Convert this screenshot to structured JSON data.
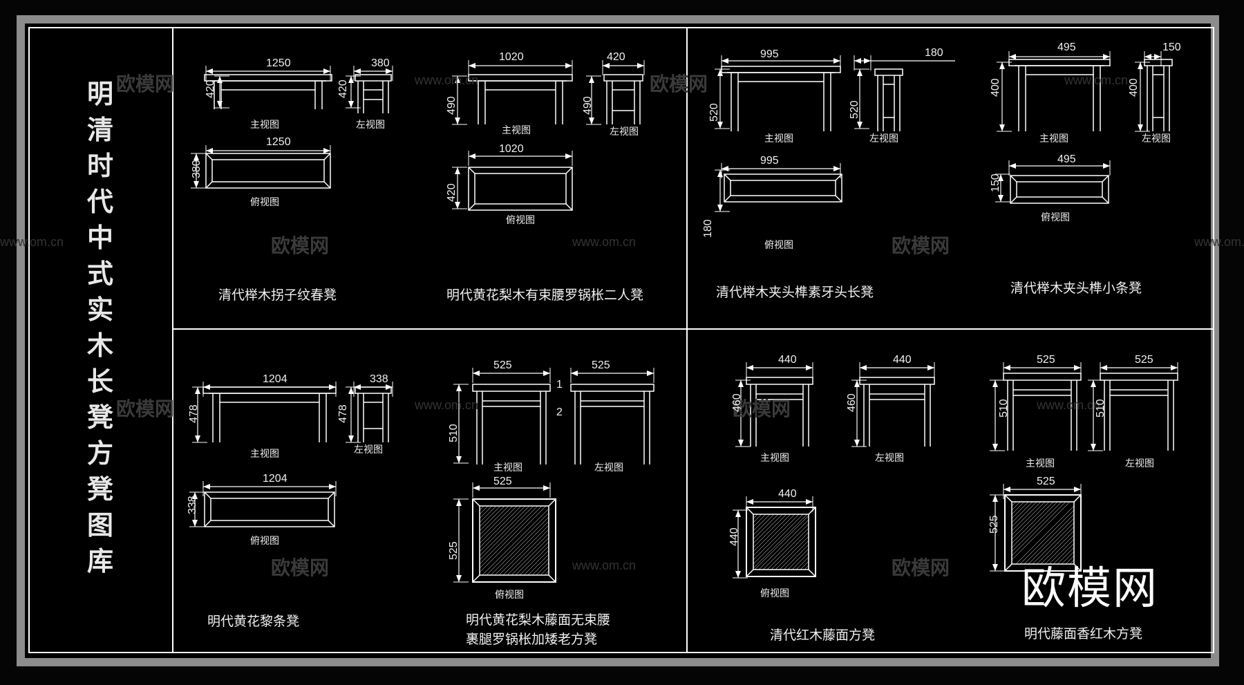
{
  "title": "明清时代中式实木长凳方凳图库",
  "watermark_text": "欧模网",
  "watermark_url": "www.om.cn",
  "logo": "欧模网",
  "views": {
    "front": "主视图",
    "left": "左视图",
    "top": "俯视图"
  },
  "items": [
    {
      "name": "清代榉木拐子纹春凳",
      "dims": [
        "1250",
        "380",
        "420",
        "420",
        "1250",
        "380"
      ]
    },
    {
      "name": "明代黄花梨木有束腰罗锅枨二人凳",
      "dims": [
        "1020",
        "420",
        "490",
        "490",
        "1020",
        "420"
      ]
    },
    {
      "name": "清代榉木夹头榫素牙头长凳",
      "dims": [
        "995",
        "180",
        "520",
        "520",
        "995",
        "180"
      ]
    },
    {
      "name": "清代榉木夹头榫小条凳",
      "dims": [
        "495",
        "150",
        "400",
        "400",
        "495",
        "150"
      ]
    },
    {
      "name": "明代黄花黎条凳",
      "dims": [
        "1204",
        "338",
        "478",
        "478",
        "1204",
        "338"
      ]
    },
    {
      "name_line1": "明代黄花梨木藤面无束腰",
      "name_line2": "裹腿罗锅枨加矮老方凳",
      "dims": [
        "525",
        "525",
        "510",
        "525",
        "525"
      ],
      "marks": [
        "1",
        "2"
      ]
    },
    {
      "name": "清代红木藤面方凳",
      "dims": [
        "440",
        "440",
        "460",
        "460",
        "440",
        "440"
      ]
    },
    {
      "name": "明代藤面香红木方凳",
      "dims": [
        "525",
        "525",
        "510",
        "510",
        "525",
        "525"
      ]
    }
  ],
  "colors": {
    "background": "#000000",
    "frame": "#8c8c8c",
    "line": "#ffffff"
  }
}
